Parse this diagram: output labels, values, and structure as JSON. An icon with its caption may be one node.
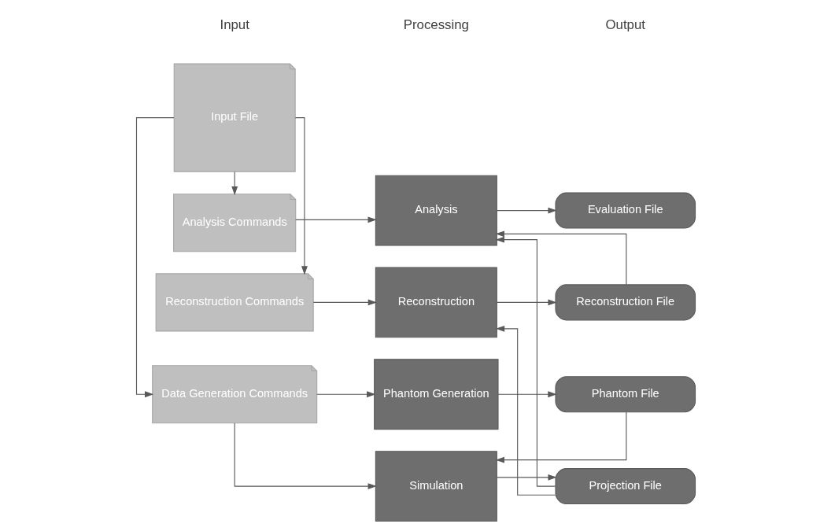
{
  "diagram": {
    "nodes": [
      {
        "text": [
          "Input File"
        ]
      },
      {
        "text": [
          "Data Generation Commands"
        ]
      },
      {
        "text": [
          "Reconstruction Commands"
        ]
      },
      {
        "text": [
          "Analysis Commands"
        ]
      },
      {
        "text": [
          "Phantom Generation"
        ]
      },
      {
        "text": [
          "Simulation"
        ]
      },
      {
        "text": [
          "Reconstruction"
        ]
      },
      {
        "text": [
          "Analysis"
        ]
      },
      {
        "text": [
          "Phantom File"
        ]
      },
      {
        "text": [
          "Projection File"
        ]
      },
      {
        "text": [
          "Reconstruction File"
        ]
      },
      {
        "text": [
          "Evaluation File"
        ]
      }
    ],
    "edges": [
      {
        "from": 0,
        "to": 1,
        "arrow": "to"
      },
      {
        "from": 0,
        "to": 2,
        "arrow": "to"
      },
      {
        "from": 0,
        "to": 3,
        "arrow": "to"
      },
      {
        "from": 1,
        "to": 4,
        "arrow": "to"
      },
      {
        "from": 1,
        "to": 5,
        "arrow": "to"
      },
      {
        "from": 2,
        "to": 6,
        "arrow": "to"
      },
      {
        "from": 3,
        "to": 7,
        "arrow": "to"
      },
      {
        "from": 4,
        "to": 8,
        "arrow": "to"
      },
      {
        "from": 8,
        "to": 5,
        "arrow": "to"
      },
      {
        "from": 5,
        "to": 9,
        "arrow": "to"
      },
      {
        "from": 9,
        "to": 6,
        "arrow": "to"
      },
      {
        "from": 9,
        "to": 7,
        "arrow": "to"
      },
      {
        "from": 6,
        "to": 10,
        "arrow": "to"
      },
      {
        "from": 10,
        "to": 7,
        "arrow": "to"
      },
      {
        "from": 7,
        "to": 11,
        "arrow": "to"
      }
    ],
    "labels": [
      "Input",
      "Processing",
      "Output"
    ]
  }
}
